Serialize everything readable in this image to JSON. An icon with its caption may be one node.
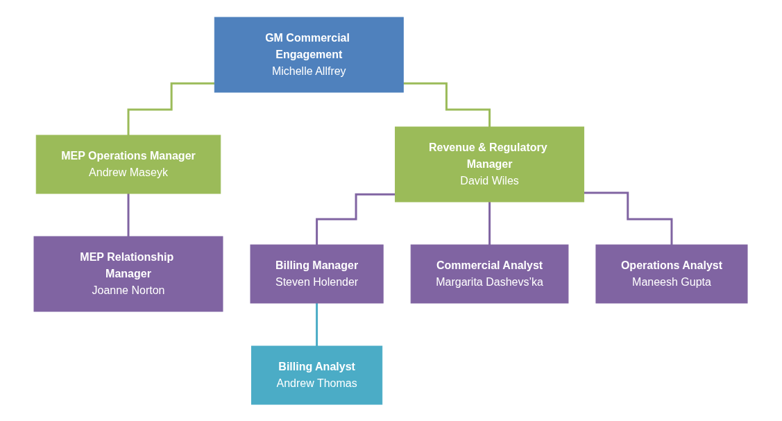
{
  "diagram": {
    "nodes": [
      {
        "text": [
          "GM Commercial Engagement",
          "Michelle Allfrey"
        ]
      },
      {
        "text": [
          "MEP Operations Manager",
          "Andrew Maseyk"
        ]
      },
      {
        "text": [
          "Revenue & Regulatory Manager",
          "David Wiles"
        ]
      },
      {
        "text": [
          "MEP Relationship Manager",
          "Joanne Norton"
        ]
      },
      {
        "text": [
          "Billing Manager",
          "Steven Holender"
        ]
      },
      {
        "text": [
          "Commercial Analyst",
          "Margarita Dashevs’ka"
        ]
      },
      {
        "text": [
          "Operations Analyst",
          "Maneesh Gupta"
        ]
      },
      {
        "text": [
          "Billing Analyst",
          "Andrew Thomas"
        ]
      }
    ],
    "edges": [
      {
        "from": 0,
        "to": 1,
        "arrow": "none",
        "color": "#9bbb59"
      },
      {
        "from": 0,
        "to": 2,
        "arrow": "none",
        "color": "#9bbb59"
      },
      {
        "from": 1,
        "to": 3,
        "arrow": "none",
        "color": "#8064a2"
      },
      {
        "from": 2,
        "to": 4,
        "arrow": "none",
        "color": "#8064a2"
      },
      {
        "from": 2,
        "to": 5,
        "arrow": "none",
        "color": "#8064a2"
      },
      {
        "from": 2,
        "to": 6,
        "arrow": "none",
        "color": "#8064a2"
      },
      {
        "from": 4,
        "to": 7,
        "arrow": "none",
        "color": "#4bacc6"
      }
    ]
  }
}
